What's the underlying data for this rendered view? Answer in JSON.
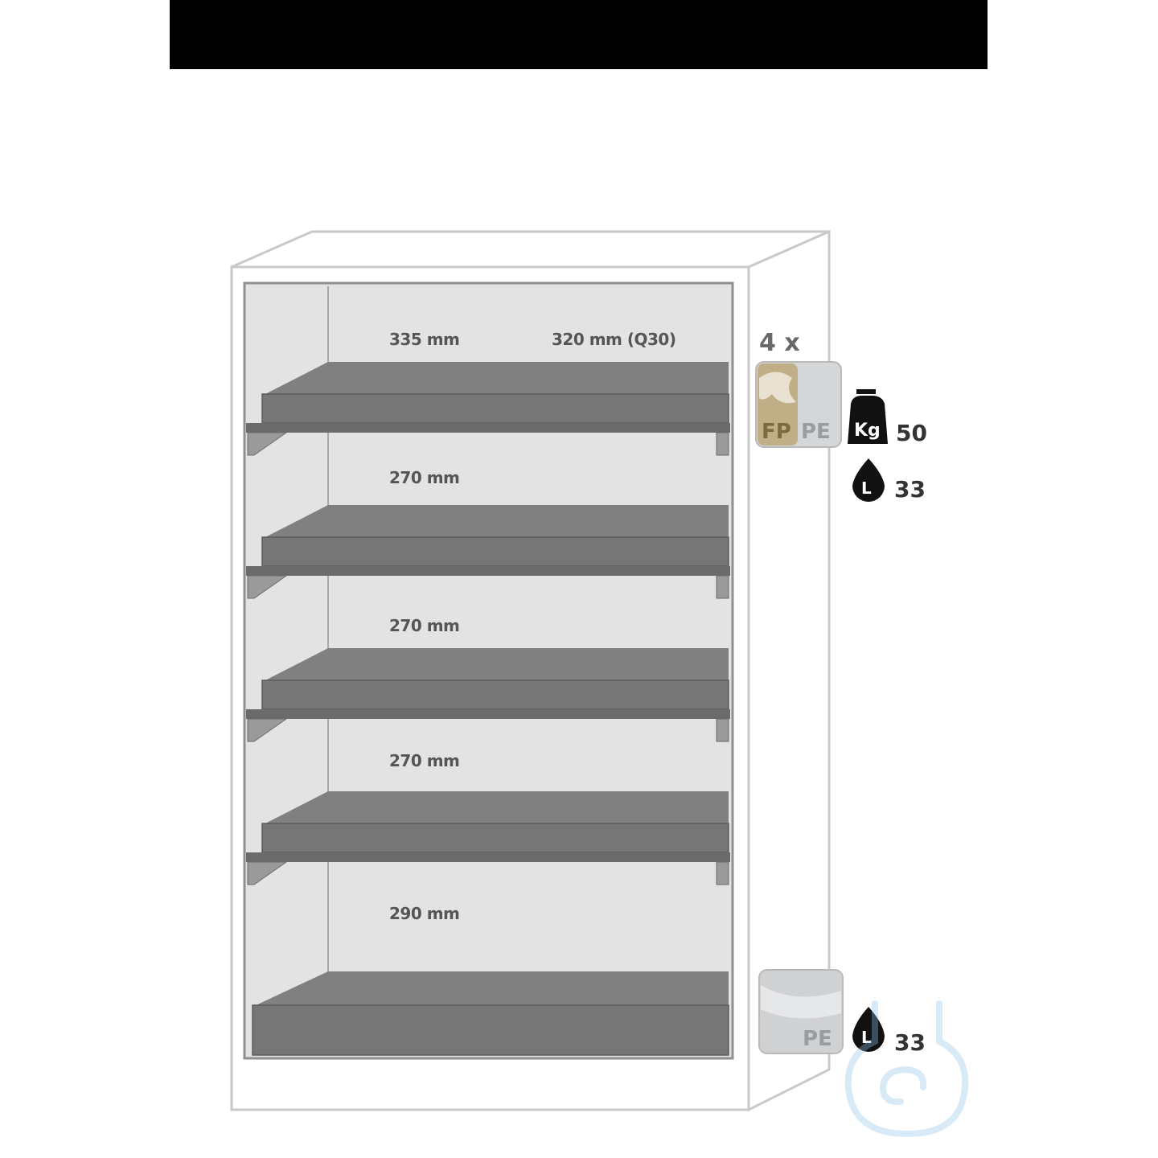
{
  "cabinet": {
    "compartments": [
      {
        "height_label": "335 mm",
        "alt_label": "320 mm (Q30)"
      },
      {
        "height_label": "270 mm"
      },
      {
        "height_label": "270 mm"
      },
      {
        "height_label": "270 mm"
      },
      {
        "height_label": "290 mm"
      }
    ]
  },
  "shelves_spec": {
    "quantity": "4 x",
    "materials": [
      "FP",
      "PE"
    ],
    "load_kg": "50",
    "volume_l": "33",
    "kg_symbol": "Kg",
    "l_symbol": "L"
  },
  "bottom_spec": {
    "material": "PE",
    "volume_l": "33",
    "l_symbol": "L"
  },
  "colors": {
    "cabinet_outline": "#c9c9c9",
    "interior": "#e3e3e3",
    "shelf": "#7a7a7a",
    "shelf_dark": "#5c5c5c",
    "fp_material": "#b8a37a",
    "pe_material": "#cfd1d3"
  }
}
